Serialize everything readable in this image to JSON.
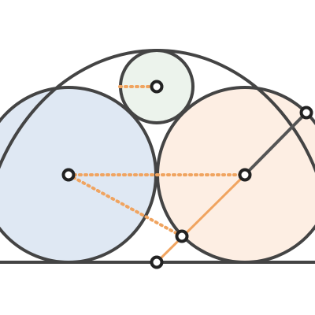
{
  "diagram": {
    "colors": {
      "background": "#ffffff",
      "stroke": "#444444",
      "segment": "#555555",
      "dotted": "#f0a460",
      "point_fill": "#ffffff",
      "point_stroke": "#222222",
      "left_circle_fill": "#dfe8f3",
      "right_circle_fill": "#fdeee3",
      "top_circle_fill": "#ecf3ec"
    },
    "elements": {
      "baseline": "line",
      "outer_arc": "semicircle",
      "left_circle": "circle",
      "right_circle": "circle",
      "top_circle": "circle",
      "points": 6,
      "dotted_segments": 4,
      "solid_segments": 1
    }
  }
}
